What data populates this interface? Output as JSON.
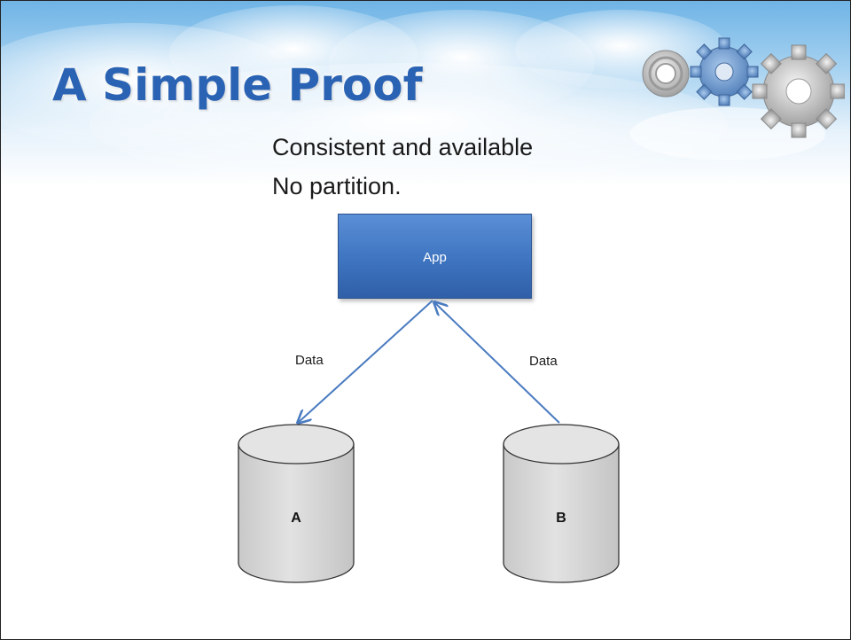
{
  "slide": {
    "title": "A Simple Proof",
    "bullets": [
      "Consistent and available",
      "No partition."
    ]
  },
  "diagram": {
    "app_node": {
      "label": "App",
      "color": "#3e74c0"
    },
    "edges": [
      {
        "label": "Data",
        "from": "App",
        "to": "A"
      },
      {
        "label": "Data",
        "from": "B",
        "to": "App"
      }
    ],
    "databases": [
      {
        "label": "A",
        "color": "#d9d9d9"
      },
      {
        "label": "B",
        "color": "#d9d9d9"
      }
    ],
    "edge_color": "#4a7bc0"
  },
  "decor": {
    "icon": "gears-icon"
  }
}
